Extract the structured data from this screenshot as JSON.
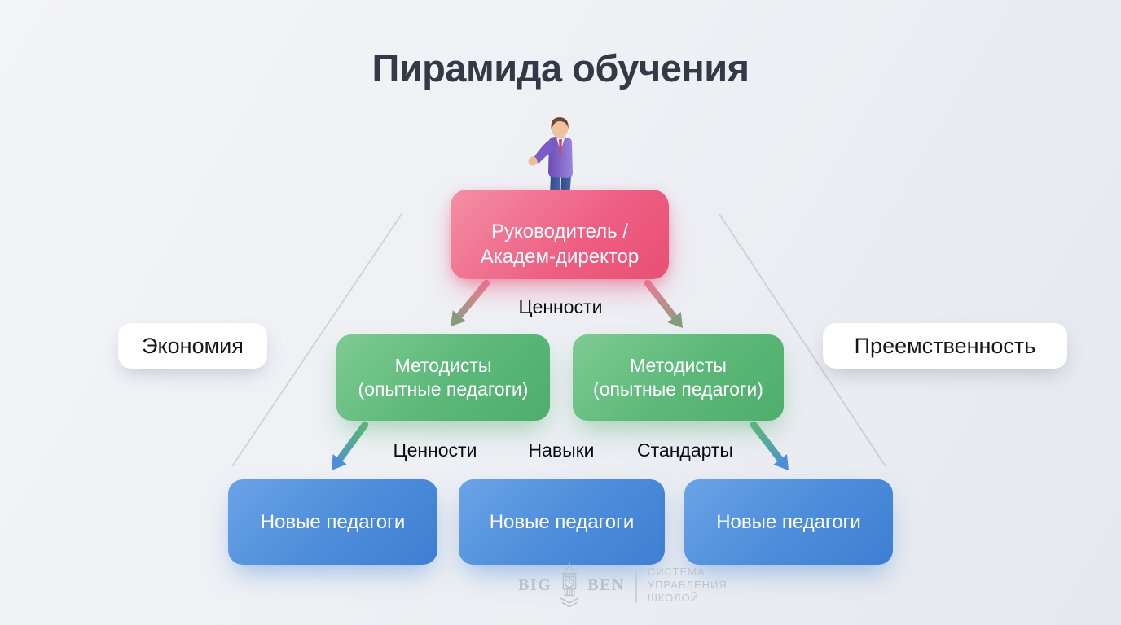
{
  "title": "Пирамида обучения",
  "palette": {
    "director_pink": "#ee5e82",
    "methodist_green": "#5bb878",
    "teacher_blue": "#4c8cda",
    "side_label_bg": "#ffffff",
    "title_color": "#333a47",
    "watermark_gray": "#b9c0cd"
  },
  "pyramid": {
    "director": {
      "label": "Руководитель /\nАкадем-директор"
    },
    "methodists": [
      {
        "label": "Методисты\n(опытные педагоги)"
      },
      {
        "label": "Методисты\n(опытные педагоги)"
      }
    ],
    "teachers": [
      {
        "label": "Новые педагоги"
      },
      {
        "label": "Новые педагоги"
      },
      {
        "label": "Новые педагоги"
      }
    ]
  },
  "edge_labels": {
    "top": "Ценности",
    "bottom_left": "Ценности",
    "bottom_center": "Навыки",
    "bottom_right": "Стандарты"
  },
  "side_labels": {
    "left": "Экономия",
    "right": "Преемственность"
  },
  "footer": {
    "brand_word_1": "BIG",
    "brand_word_2": "BEN",
    "tagline": "СИСТЕМА\nУПРАВЛЕНИЯ\nШКОЛОЙ"
  }
}
